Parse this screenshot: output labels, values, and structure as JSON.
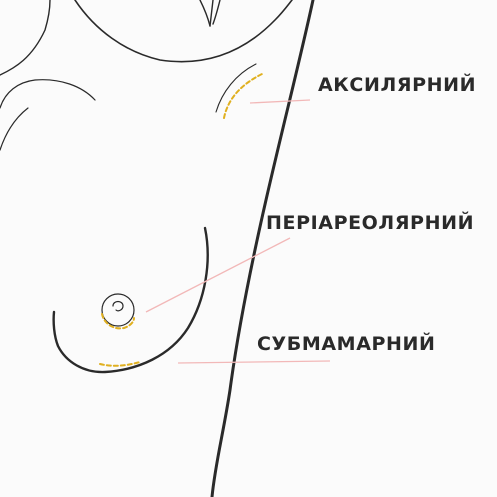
{
  "labels": {
    "axillary": "АКСИЛЯРНИЙ",
    "periareolar": "ПЕРІАРЕОЛЯРНИЙ",
    "submammary": "СУБМАМАРНИЙ"
  },
  "colors": {
    "background": "#fbfbfb",
    "outline": "#2a2a2a",
    "incision": "#e0b020",
    "pointer": "#f2b8b8",
    "text": "#2a2a2a"
  }
}
